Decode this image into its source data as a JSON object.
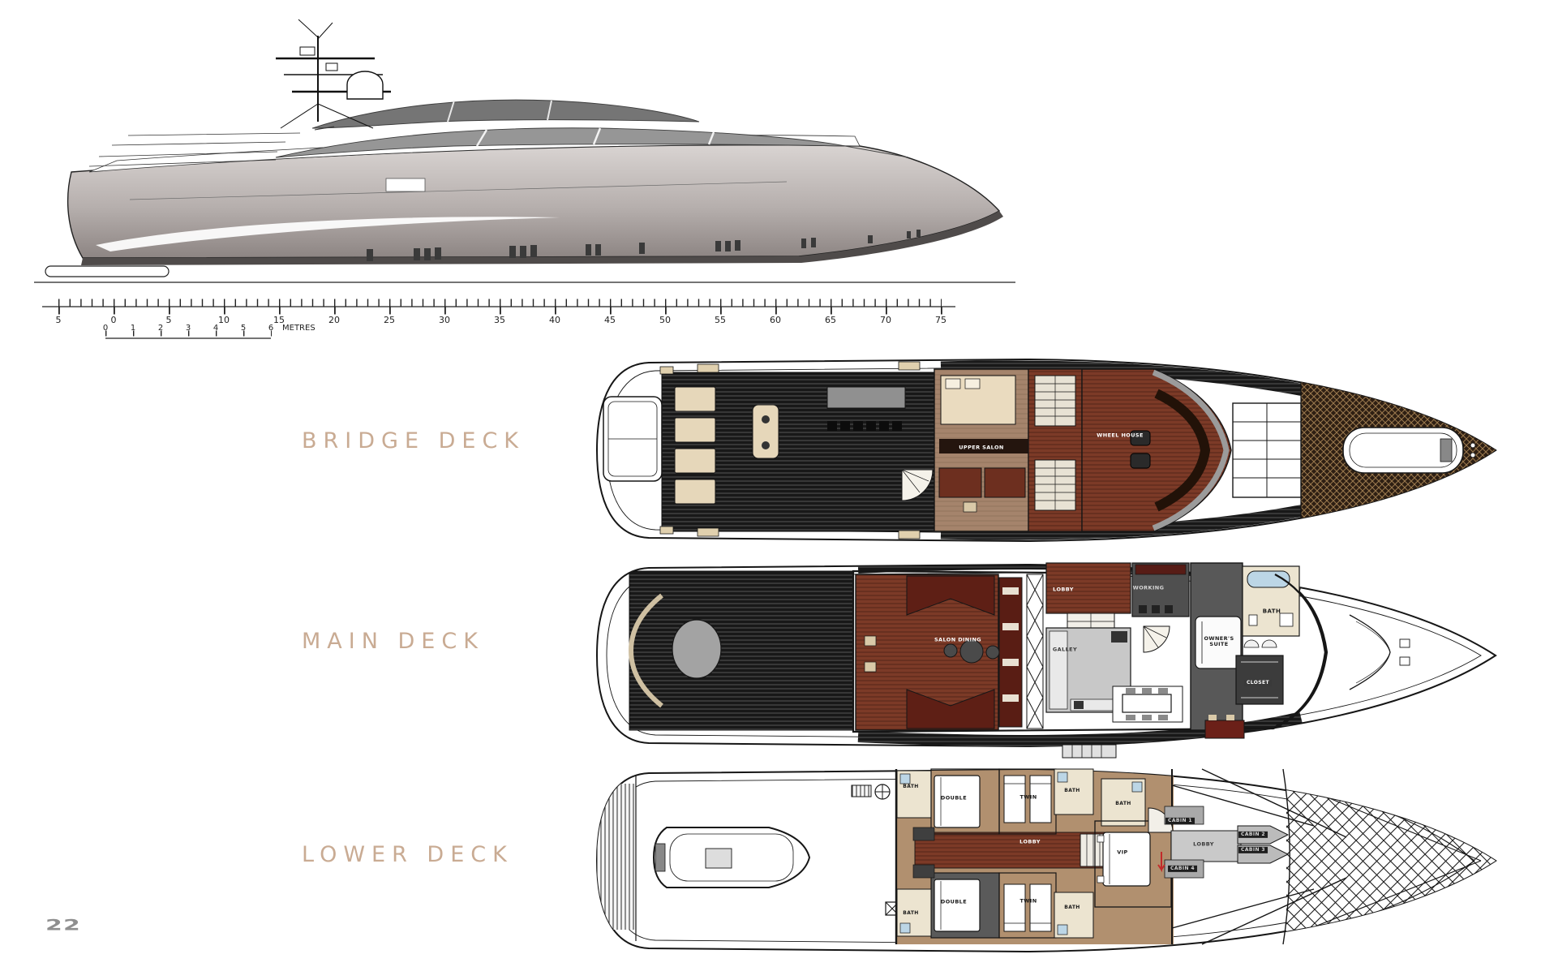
{
  "page": {
    "number": "22"
  },
  "scale_ruler": {
    "major_labels": [
      "5",
      "0",
      "5",
      "10",
      "15",
      "20",
      "25",
      "30",
      "35",
      "40",
      "45",
      "50",
      "55",
      "60",
      "65",
      "70",
      "75"
    ],
    "metre_labels": [
      "0",
      "1",
      "2",
      "3",
      "4",
      "5",
      "6"
    ],
    "unit_label": "METRES"
  },
  "decks": {
    "bridge": {
      "title": "BRIDGE DECK",
      "rooms": {
        "upper_salon": "UPPER SALON",
        "wheel_house": "WHEEL HOUSE"
      }
    },
    "main": {
      "title": "MAIN DECK",
      "rooms": {
        "lobby": "LOBBY",
        "working": "WORKING",
        "salon_dining": "SALON DINING",
        "galley": "GALLEY",
        "bath": "BATH",
        "owners_suite": "OWNER'S SUITE",
        "closet": "CLOSET"
      }
    },
    "lower": {
      "title": "LOWER DECK",
      "rooms": {
        "bath_fwd_port": "BATH",
        "double_port": "DOUBLE",
        "twin_port": "TWIN",
        "bath_center_fwd": "BATH",
        "bath_vip_fwd": "BATH",
        "lobby_guest": "LOBBY",
        "vip": "VIP",
        "double_stbd": "DOUBLE",
        "twin_stbd": "TWIN",
        "bath_center_aft": "BATH",
        "bath_fwd_stbd": "BATH",
        "lobby_crew": "LOBBY",
        "cabin_1": "CABIN 1",
        "cabin_2": "CABIN 2",
        "cabin_3": "CABIN 3",
        "cabin_4": "CABIN 4"
      }
    }
  },
  "colors": {
    "title_accent": "#c9ab93",
    "wood_red": "#7c3a27",
    "wood_tan": "#a5846c",
    "deck_dark": "#181818",
    "galley_gray": "#c8c8c8",
    "suite_gray": "#585858",
    "bath_cream": "#ece4d0",
    "tub_blue": "#bcd6e6",
    "maroon": "#591d14",
    "page_number_gray": "#8f8f8f"
  }
}
